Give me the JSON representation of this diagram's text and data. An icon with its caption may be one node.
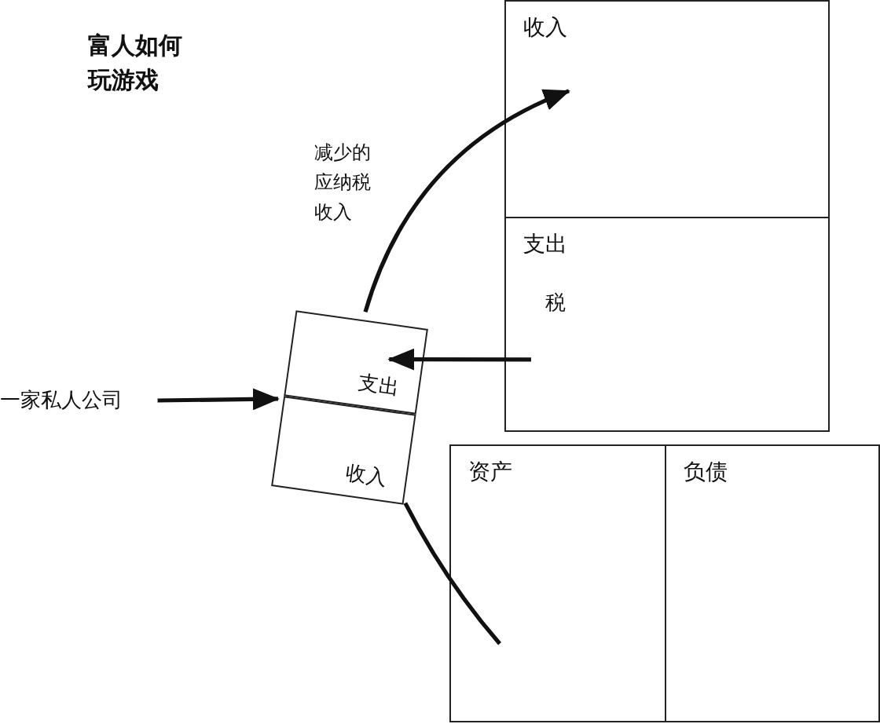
{
  "diagram": {
    "title": "富人如何玩游戏",
    "nodes": [
      {
        "text": [
          "一家私人公司"
        ]
      },
      {
        "text": [
          "支出"
        ]
      },
      {
        "text": [
          "收入"
        ]
      },
      {
        "text": [
          "收入"
        ]
      },
      {
        "text": [
          "支出",
          "税"
        ]
      },
      {
        "text": [
          "资产"
        ]
      },
      {
        "text": [
          "负债"
        ]
      }
    ],
    "edges": [
      {
        "from": 0,
        "to": 1,
        "arrow": "to"
      },
      {
        "from": 4,
        "to": 1,
        "arrow": "to"
      },
      {
        "from": 1,
        "to": 3,
        "arrow": "to",
        "label": "减少的应纳税收入"
      },
      {
        "from": 2,
        "to": 5,
        "arrow": "none"
      }
    ]
  }
}
